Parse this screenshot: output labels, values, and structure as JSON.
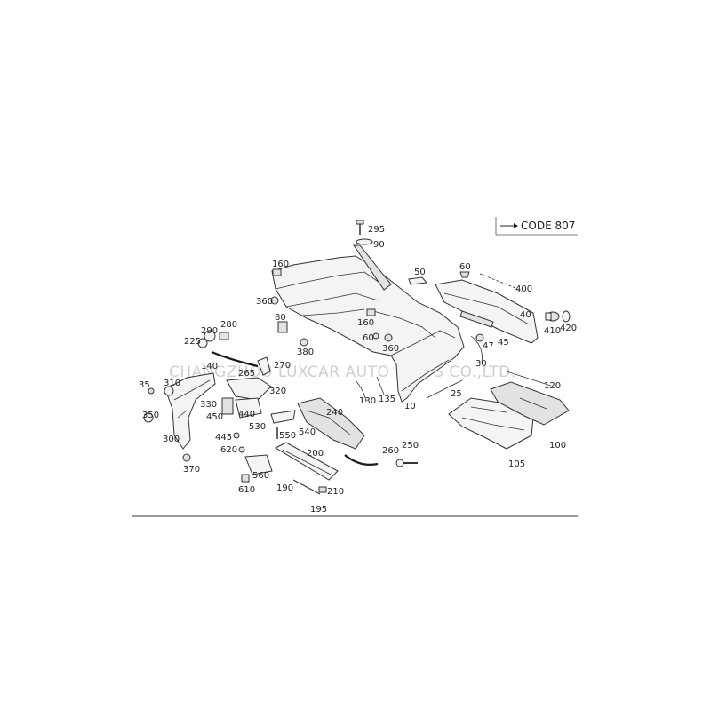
{
  "code_box": {
    "text": "CODE 807",
    "arrow": "arrow-right-icon"
  },
  "watermark": "CHANGZHOU LUXCAR AUTO PARTS CO.,LTD.",
  "callouts": [
    "295",
    "90",
    "160",
    "50",
    "60",
    "400",
    "360",
    "80",
    "40",
    "410",
    "420",
    "160",
    "60",
    "360",
    "47",
    "45",
    "290",
    "280",
    "225",
    "380",
    "30",
    "270",
    "140",
    "310",
    "35",
    "265",
    "320",
    "330",
    "450",
    "440",
    "120",
    "350",
    "130",
    "135",
    "10",
    "25",
    "240",
    "530",
    "445",
    "550",
    "540",
    "300",
    "620",
    "260",
    "250",
    "200",
    "100",
    "105",
    "370",
    "560",
    "610",
    "190",
    "210",
    "195"
  ]
}
